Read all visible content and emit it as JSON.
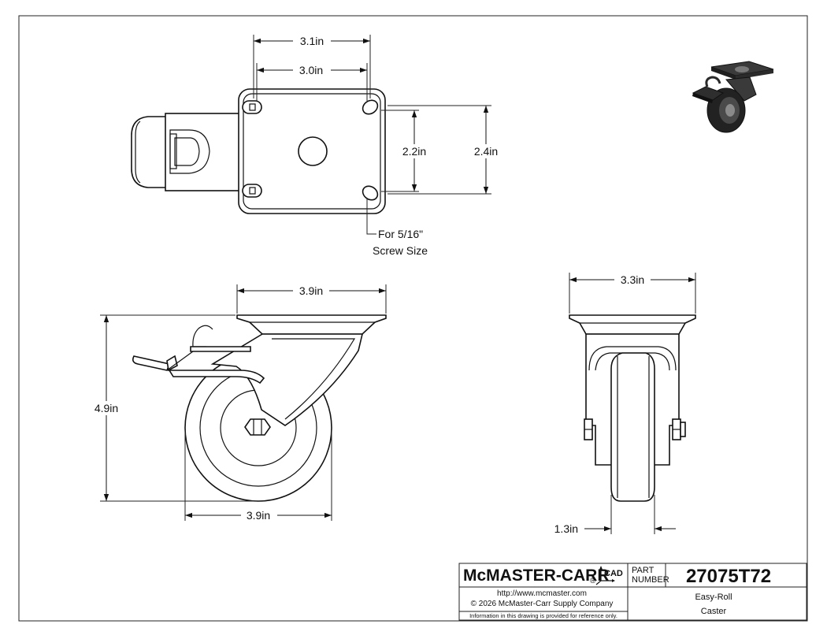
{
  "dimensions": {
    "top_outer_width": "3.1in",
    "top_hole_spacing_width": "3.0in",
    "top_hole_spacing_height": "2.2in",
    "top_outer_height": "2.4in",
    "side_plate_width": "3.9in",
    "side_height": "4.9in",
    "side_wheel_diameter": "3.9in",
    "front_plate_width": "3.3in",
    "front_wheel_width": "1.3in"
  },
  "screw_note": {
    "line1": "For 5/16\"",
    "line2": "Screw Size"
  },
  "title_block": {
    "brand": "McMASTER-CARR",
    "registered": "®",
    "cad_label": "CAD",
    "part_label_line1": "PART",
    "part_label_line2": "NUMBER",
    "part_number": "27075T72",
    "url": "http://www.mcmaster.com",
    "copyright": "© 2026 McMaster-Carr Supply Company",
    "disclaimer": "Information in this drawing is provided for reference only.",
    "description_line1": "Easy-Roll",
    "description_line2": "Caster"
  },
  "colors": {
    "line": "#111111",
    "background": "#ffffff",
    "thumbnail_dark": "#2a2a2a"
  }
}
